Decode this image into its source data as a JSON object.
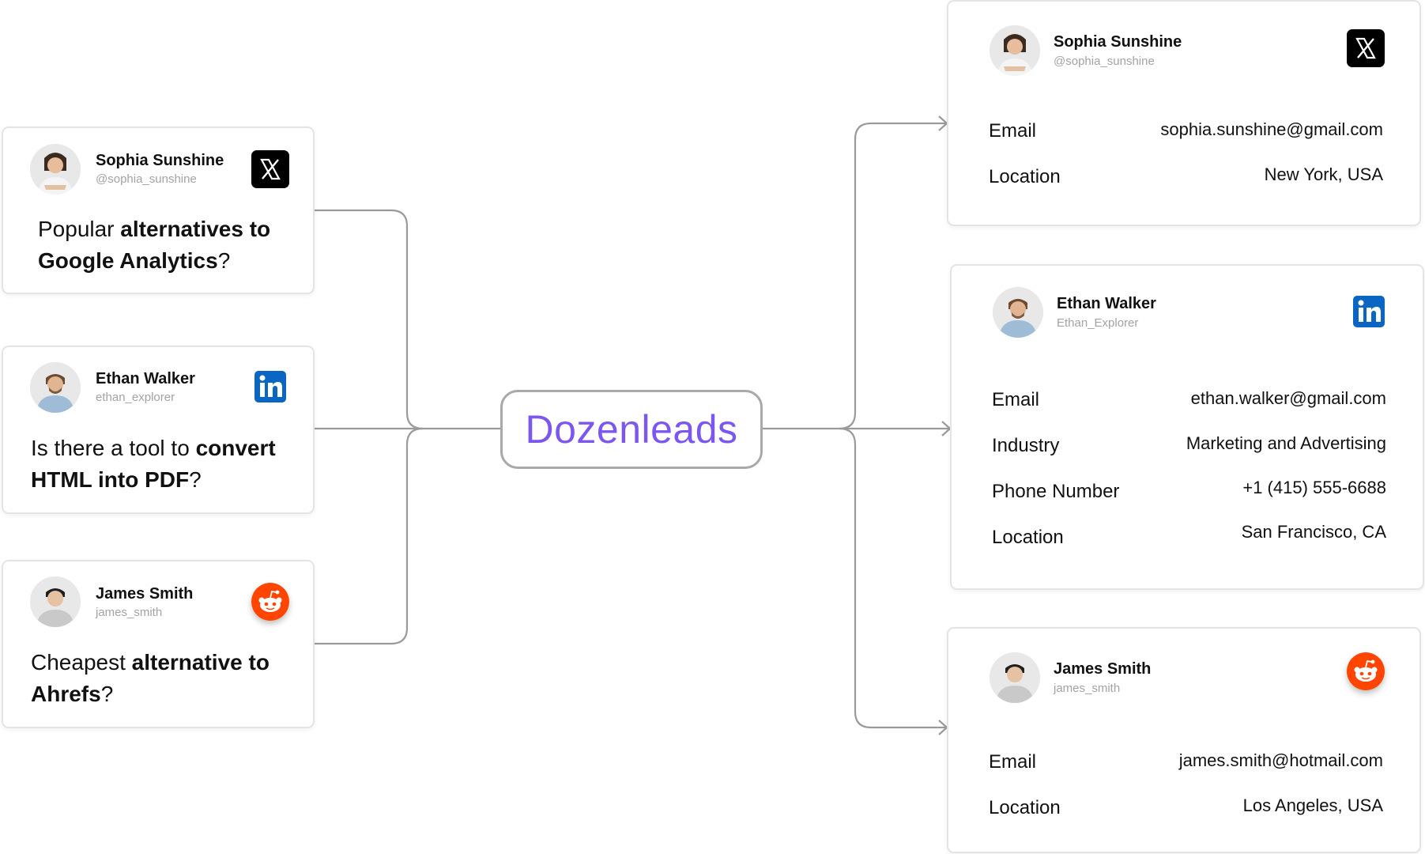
{
  "brand": {
    "name": "Dozenleads",
    "color": "#7b57f0"
  },
  "left_cards": [
    {
      "name": "Sophia Sunshine",
      "handle": "@sophia_sunshine",
      "platform": "x-icon",
      "q1": "Popular ",
      "q1b": "alternatives to",
      "q2b": "Google Analytics",
      "q2": "?"
    },
    {
      "name": "Ethan Walker",
      "handle": "ethan_explorer",
      "platform": "linkedin-icon",
      "q1": "Is there a tool to ",
      "q1b": "convert",
      "q2b": "HTML into PDF",
      "q2": "?"
    },
    {
      "name": "James Smith",
      "handle": "james_smith",
      "platform": "reddit-icon",
      "q1": "Cheapest ",
      "q1b": "alternative to",
      "q2b": "Ahrefs",
      "q2": "?"
    }
  ],
  "right_cards": [
    {
      "name": "Sophia Sunshine",
      "handle": "@sophia_sunshine",
      "platform": "x-icon",
      "rows": [
        {
          "label": "Email",
          "value": "sophia.sunshine@gmail.com"
        },
        {
          "label": "Location",
          "value": "New York, USA"
        }
      ]
    },
    {
      "name": "Ethan Walker",
      "handle": "Ethan_Explorer",
      "platform": "linkedin-icon",
      "rows": [
        {
          "label": "Email",
          "value": "ethan.walker@gmail.com"
        },
        {
          "label": "Industry",
          "value": "Marketing and Advertising"
        },
        {
          "label": "Phone Number",
          "value": "+1 (415) 555-6688"
        },
        {
          "label": "Location",
          "value": "San Francisco, CA"
        }
      ]
    },
    {
      "name": "James Smith",
      "handle": "james_smith",
      "platform": "reddit-icon",
      "rows": [
        {
          "label": "Email",
          "value": "james.smith@hotmail.com"
        },
        {
          "label": "Location",
          "value": "Los Angeles, USA"
        }
      ]
    }
  ],
  "colors": {
    "connector": "#9a9a9a",
    "linkedin": "#0a66c2",
    "reddit": "#ff4500",
    "x": "#000000"
  }
}
